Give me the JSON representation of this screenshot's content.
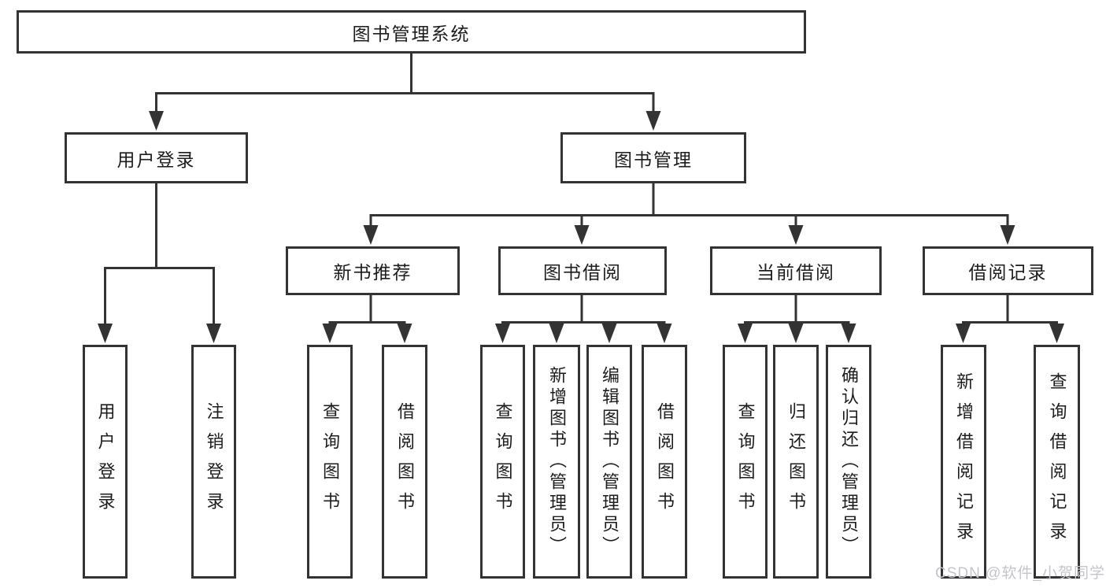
{
  "diagram": {
    "root": {
      "label": "图书管理系统"
    },
    "login": {
      "label": "用户登录",
      "children": [
        {
          "label": "用户登录"
        },
        {
          "label": "注销登录"
        }
      ]
    },
    "mgmt": {
      "label": "图书管理",
      "children": [
        {
          "label": "新书推荐",
          "children": [
            {
              "label": "查询图书"
            },
            {
              "label": "借阅图书"
            }
          ]
        },
        {
          "label": "图书借阅",
          "children": [
            {
              "label": "查询图书"
            },
            {
              "label": "新增图书（管理员）"
            },
            {
              "label": "编辑图书（管理员）"
            },
            {
              "label": "借阅图书"
            }
          ]
        },
        {
          "label": "当前借阅",
          "children": [
            {
              "label": "查询图书"
            },
            {
              "label": "归还图书"
            },
            {
              "label": "确认归还（管理员）"
            }
          ]
        },
        {
          "label": "借阅记录",
          "children": [
            {
              "label": "新增借阅记录"
            },
            {
              "label": "查询借阅记录"
            }
          ]
        }
      ]
    }
  },
  "watermark": {
    "text": "CSDN @软件_小贺同学"
  },
  "colors": {
    "line": "#333333",
    "box_border": "#333333",
    "box_fill": "#ffffff",
    "text": "#1c1c1c",
    "watermark": "#c4c4cb"
  }
}
